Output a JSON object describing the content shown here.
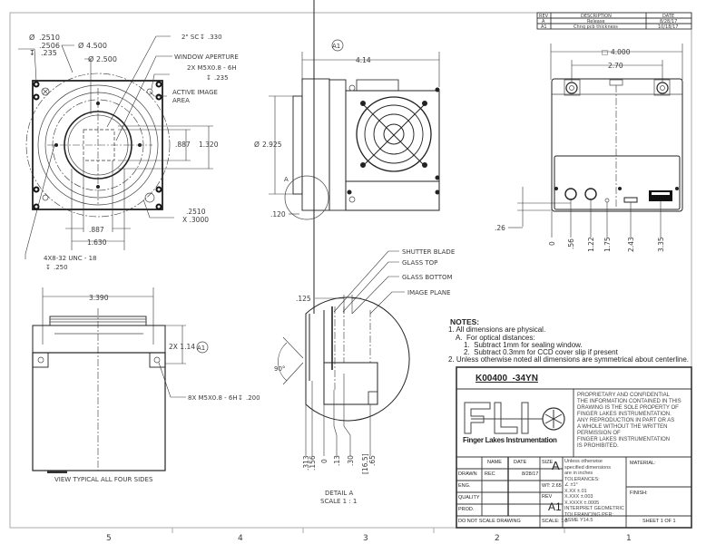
{
  "revision_table": {
    "headers": [
      "REV",
      "DESCRIPTION",
      "DATE"
    ],
    "rows": [
      {
        "rev": "A",
        "description": "Release",
        "date": "8/28/17"
      },
      {
        "rev": "A1",
        "description": "Chng pcb thickness",
        "date": "10/18/17"
      }
    ]
  },
  "front_view": {
    "callouts": {
      "pin_hole_dia_max": ".2510",
      "pin_hole_dia_min": ".2506",
      "pin_hole_depth": ".235",
      "bolt_circle": "4.500",
      "bore_dia": "2.500",
      "thread_depth_label": "2\" SC",
      "thread_depth": ".330",
      "window_aperture": "WINDOW APERTURE",
      "tapped_holes": "2X M5X0.8 - 6H",
      "tapped_depth": ".235",
      "active_image_area_1": "ACTIVE IMAGE",
      "active_image_area_2": "AREA",
      "dim_887_v": ".887",
      "dim_1320": "1.320",
      "slot_1": ".2510",
      "slot_2": "X .3000",
      "dim_887_h": ".887",
      "dim_1630": "1.630",
      "mount_holes": "4X8-32 UNC - 18",
      "mount_depth": ".250"
    }
  },
  "side_view": {
    "rev_marker": "A1",
    "length": "4.14",
    "diameter": "2.925",
    "offset": ".120",
    "detail_marker": "A"
  },
  "rear_view": {
    "width": "4.000",
    "hole_spacing": "2.70",
    "bottom_offset": ".26",
    "connector_positions": [
      "0",
      ".56",
      "1.22",
      "1.75",
      "2.43",
      "3.35"
    ]
  },
  "bottom_view": {
    "width": "3.390",
    "height_label": "2X 1.14",
    "rev_marker": "A1",
    "tapped_holes": "8X M5X0.8 - 6H",
    "tapped_depth": ".200",
    "caption": "VIEW TYPICAL ALL FOUR SIDES"
  },
  "detail_a": {
    "labels": [
      "SHUTTER BLADE",
      "GLASS TOP",
      "GLASS BOTTOM",
      "IMAGE PLANE"
    ],
    "dim_125": ".125",
    "angle": "90°",
    "positions": [
      ".313",
      ".156",
      "0",
      ".13",
      ".30",
      "[16.5]",
      ".65"
    ],
    "caption_1": "DETAIL A",
    "caption_2": "SCALE 1 : 1"
  },
  "notes": {
    "title": "NOTES:",
    "lines": [
      "1. All dimensions are physical.",
      "A.  For optical distances:",
      "1.  Subtract 1mm for sealing window.",
      "2.  Subtract 0.3mm for CCD cover slip if present",
      "2. Unless otherwise noted all dimensions are symmetrical about centerline."
    ]
  },
  "title_block": {
    "part_number": "K00400_-34YN",
    "logo_text": "FLI",
    "company": "Finger Lakes Instrumentation",
    "proprietary": [
      "PROPRIETARY AND CONFIDENTIAL",
      "THE INFORMATION CONTAINED IN THIS",
      "DRAWING IS THE SOLE PROPERTY OF",
      "FINGER LAKES INSTRUMENTATION.",
      "ANY REPRODUCTION IN PART OR AS",
      "A WHOLE WITHOUT THE WRITTEN",
      "PERMISSION OF",
      "FINGER LAKES INSTRUMENTATION",
      "IS PROHIBITED."
    ],
    "name_header": "NAME",
    "date_header": "DATE",
    "rows": [
      {
        "label": "DRAWN",
        "name": "REC",
        "date": "8/28/17"
      },
      {
        "label": "ENG.",
        "name": "",
        "date": ""
      },
      {
        "label": "QUALITY",
        "name": "",
        "date": ""
      },
      {
        "label": "PROD.",
        "name": "",
        "date": ""
      }
    ],
    "size_label": "SIZE",
    "size_value": "A",
    "weight": "WT: 2.65",
    "rev_label": "REV",
    "rev_value": "A1",
    "scale": "SCALE: 1:2",
    "do_not_scale": "DO NOT SCALE DRAWING",
    "tolerances": [
      "Unless otherwise",
      "specified dimensions",
      "are in inches",
      "TOLERANCES:",
      "∠  ±1°",
      "X.XX   ±.01",
      "X.XXX  ±.003",
      "X.XXXX ±.0005",
      "INTERPRET GEOMETRIC",
      "TOLERANCING PER:",
      "ASME Y14.5"
    ],
    "material": "MATERIAL:",
    "finish": "FINISH:",
    "sheet": "SHEET 1 OF 1"
  },
  "zones": [
    "5",
    "4",
    "3",
    "2",
    "1"
  ]
}
